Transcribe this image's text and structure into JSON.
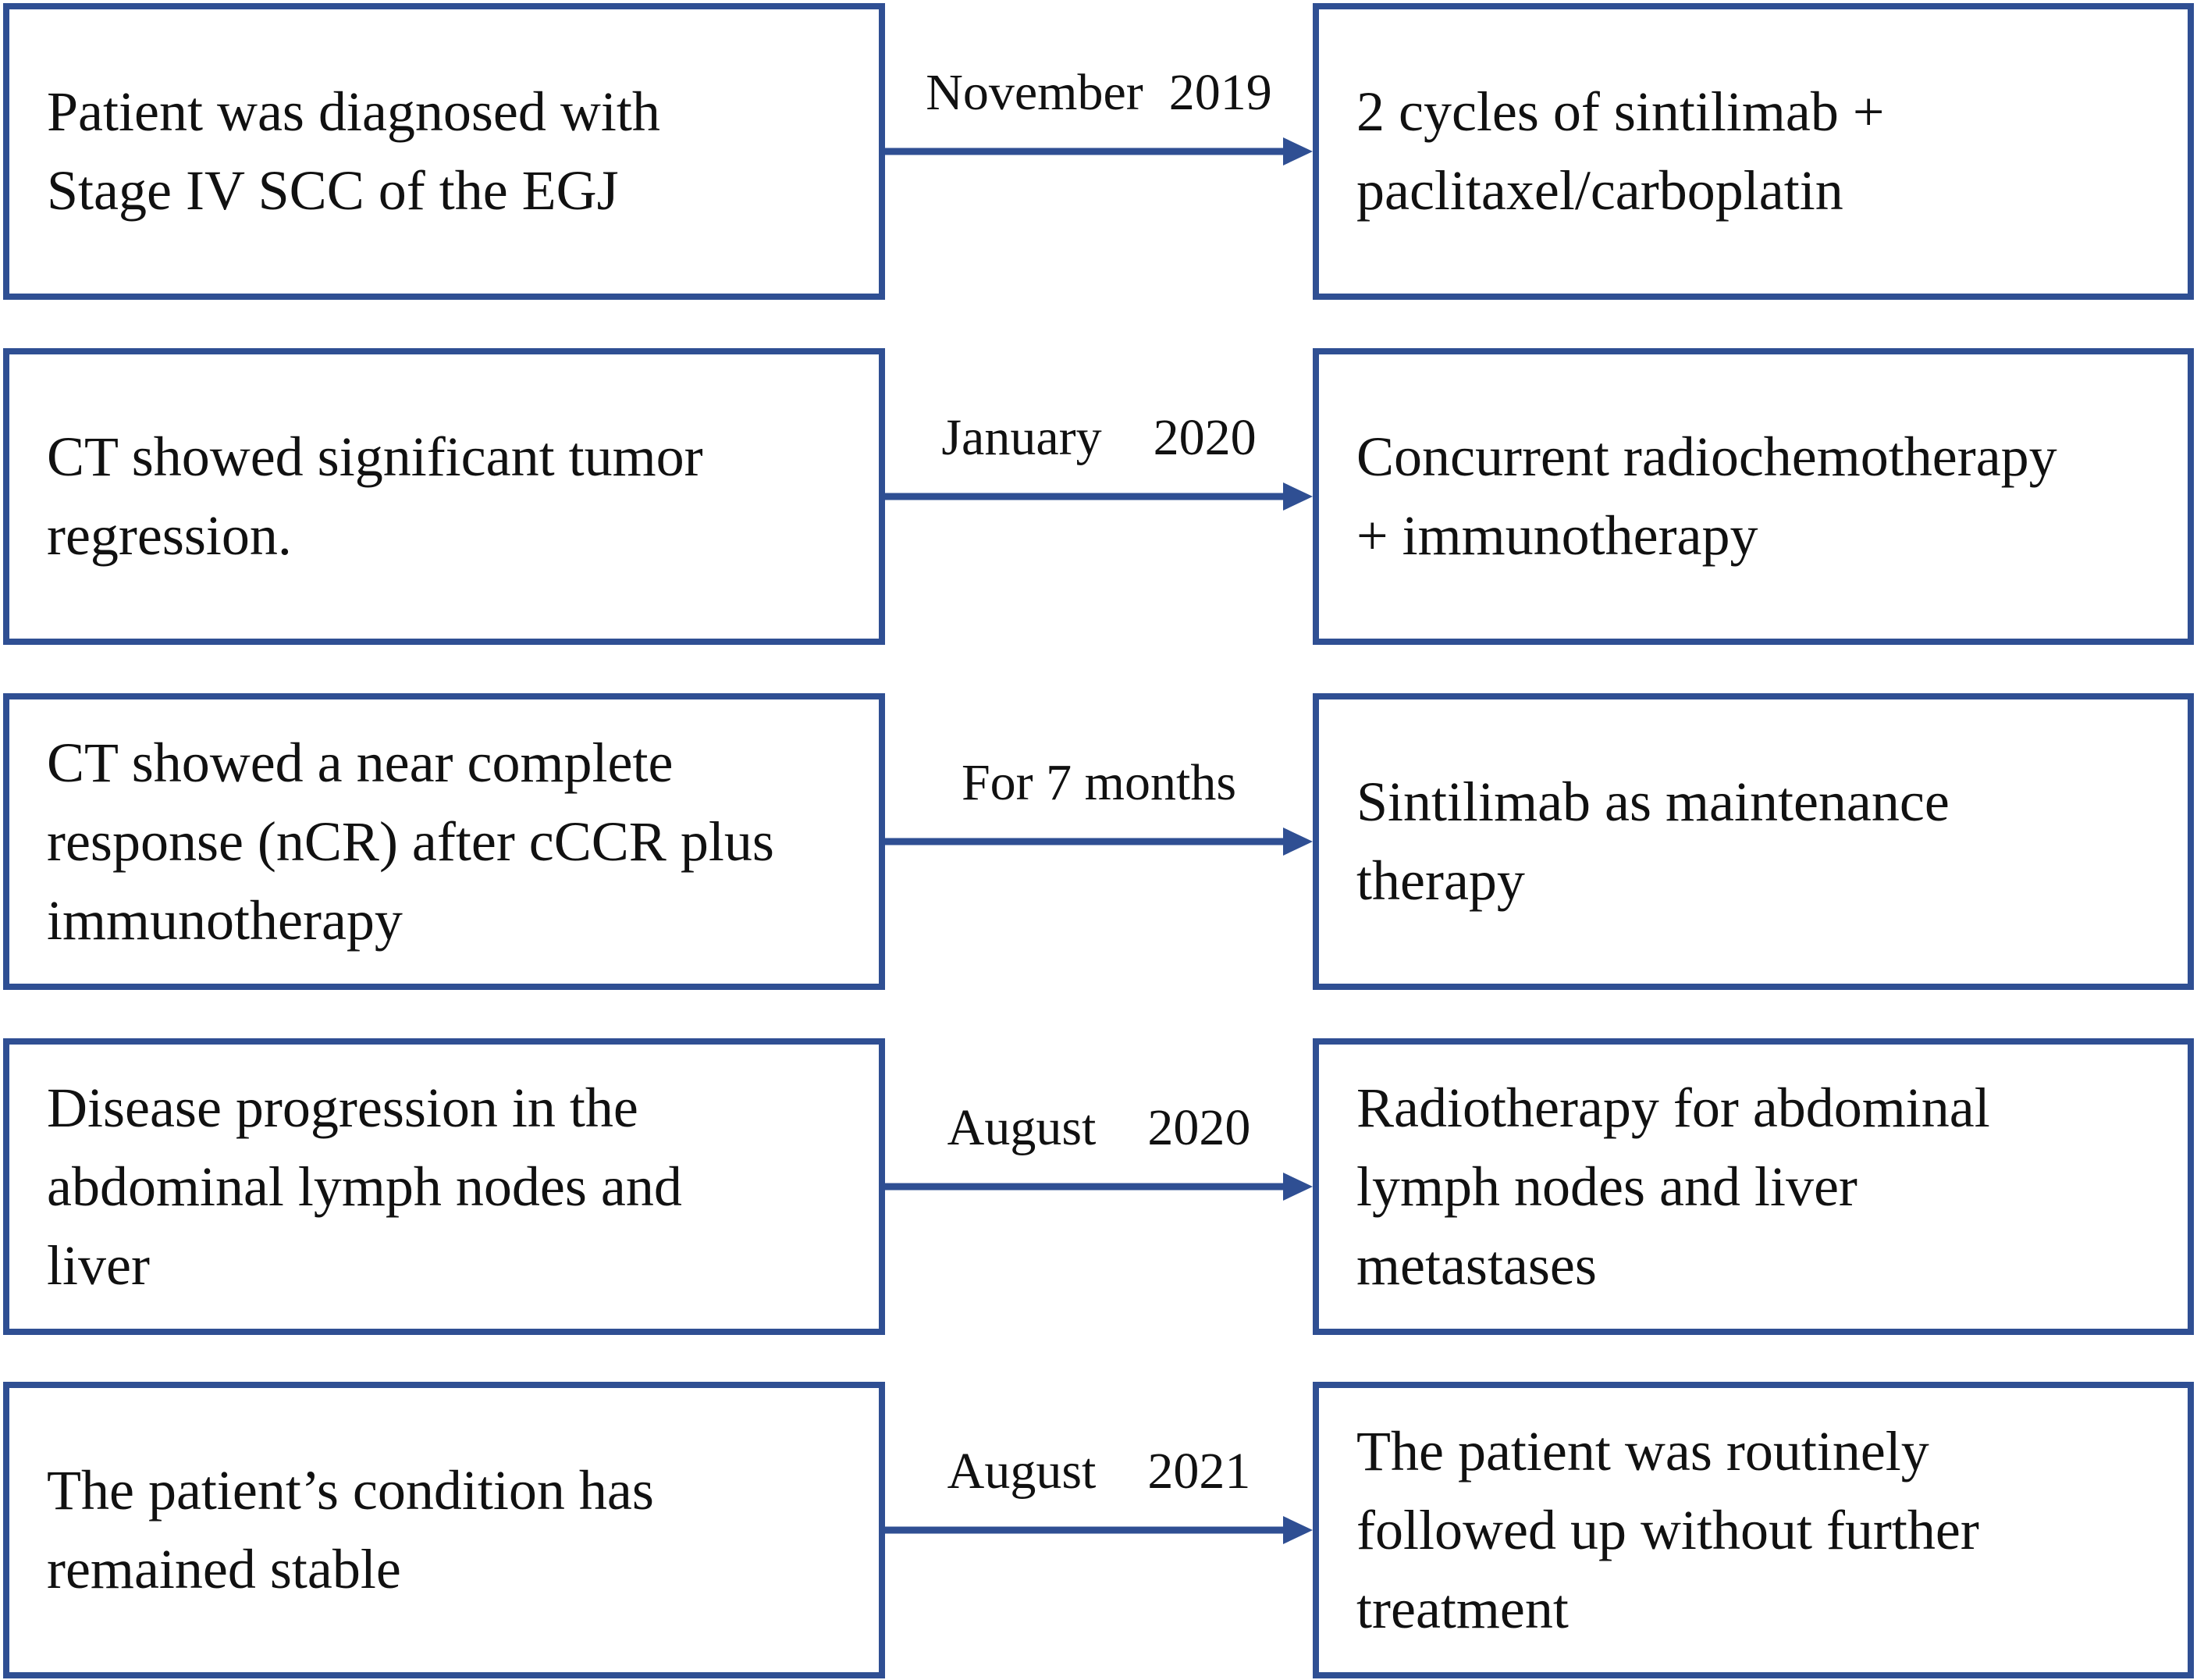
{
  "colors": {
    "border": "#2f4f93",
    "arrow": "#2f4f93",
    "text": "#111111"
  },
  "steps": [
    {
      "left_text": "Patient was diagnosed with\nStage IV SCC of the EGJ",
      "label": "November  2019",
      "right_text": "2 cycles of sintilimab +\npaclitaxel/carboplatin"
    },
    {
      "left_text": "CT showed significant tumor\nregression.",
      "label": "January    2020",
      "right_text": "Concurrent radiochemotherapy\n+ immunotherapy"
    },
    {
      "left_text": "CT showed a near complete\nresponse (nCR) after cCCR plus\nimmunotherapy",
      "label": "For 7 months",
      "right_text": "Sintilimab as maintenance\ntherapy"
    },
    {
      "left_text": "Disease progression in the\nabdominal lymph nodes and\nliver",
      "label": "August    2020",
      "right_text": "Radiotherapy for abdominal\nlymph nodes and liver\nmetastases"
    },
    {
      "left_text": "The patient’s condition has\nremained stable",
      "label": "August    2021",
      "right_text": "The patient was routinely\nfollowed up without further\ntreatment"
    }
  ]
}
